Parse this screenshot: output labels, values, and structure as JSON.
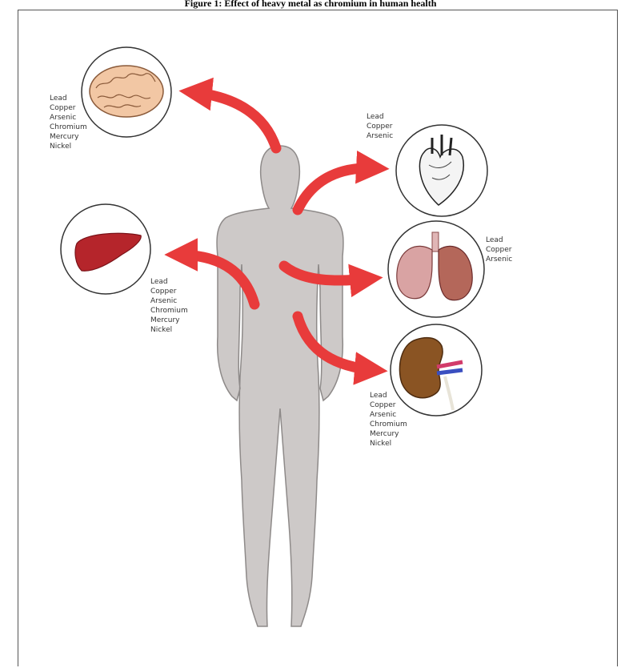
{
  "figure": {
    "title": "Figure 1: Effect of heavy metal as chromium in human health",
    "labels": {
      "brain": "Lead\nCopper\nArsenic\nChromium\nMercury\nNickel",
      "heart": "Lead\nCopper\nArsenic",
      "liver": "Lead\nCopper\nArsenic\nChromium\nMercury\nNickel",
      "lungs": "Lead\nCopper\nArsenic",
      "kidney": "Lead\nCopper\nArsenic\nChromium\nMercury\nNickel"
    },
    "colors": {
      "body": "#cdc9c8",
      "arrow": "#e83b3b",
      "liver": "#b5252b",
      "brain": "#f2c7a4",
      "lung": "#d9a3a3",
      "kidney": "#8a5423"
    }
  }
}
